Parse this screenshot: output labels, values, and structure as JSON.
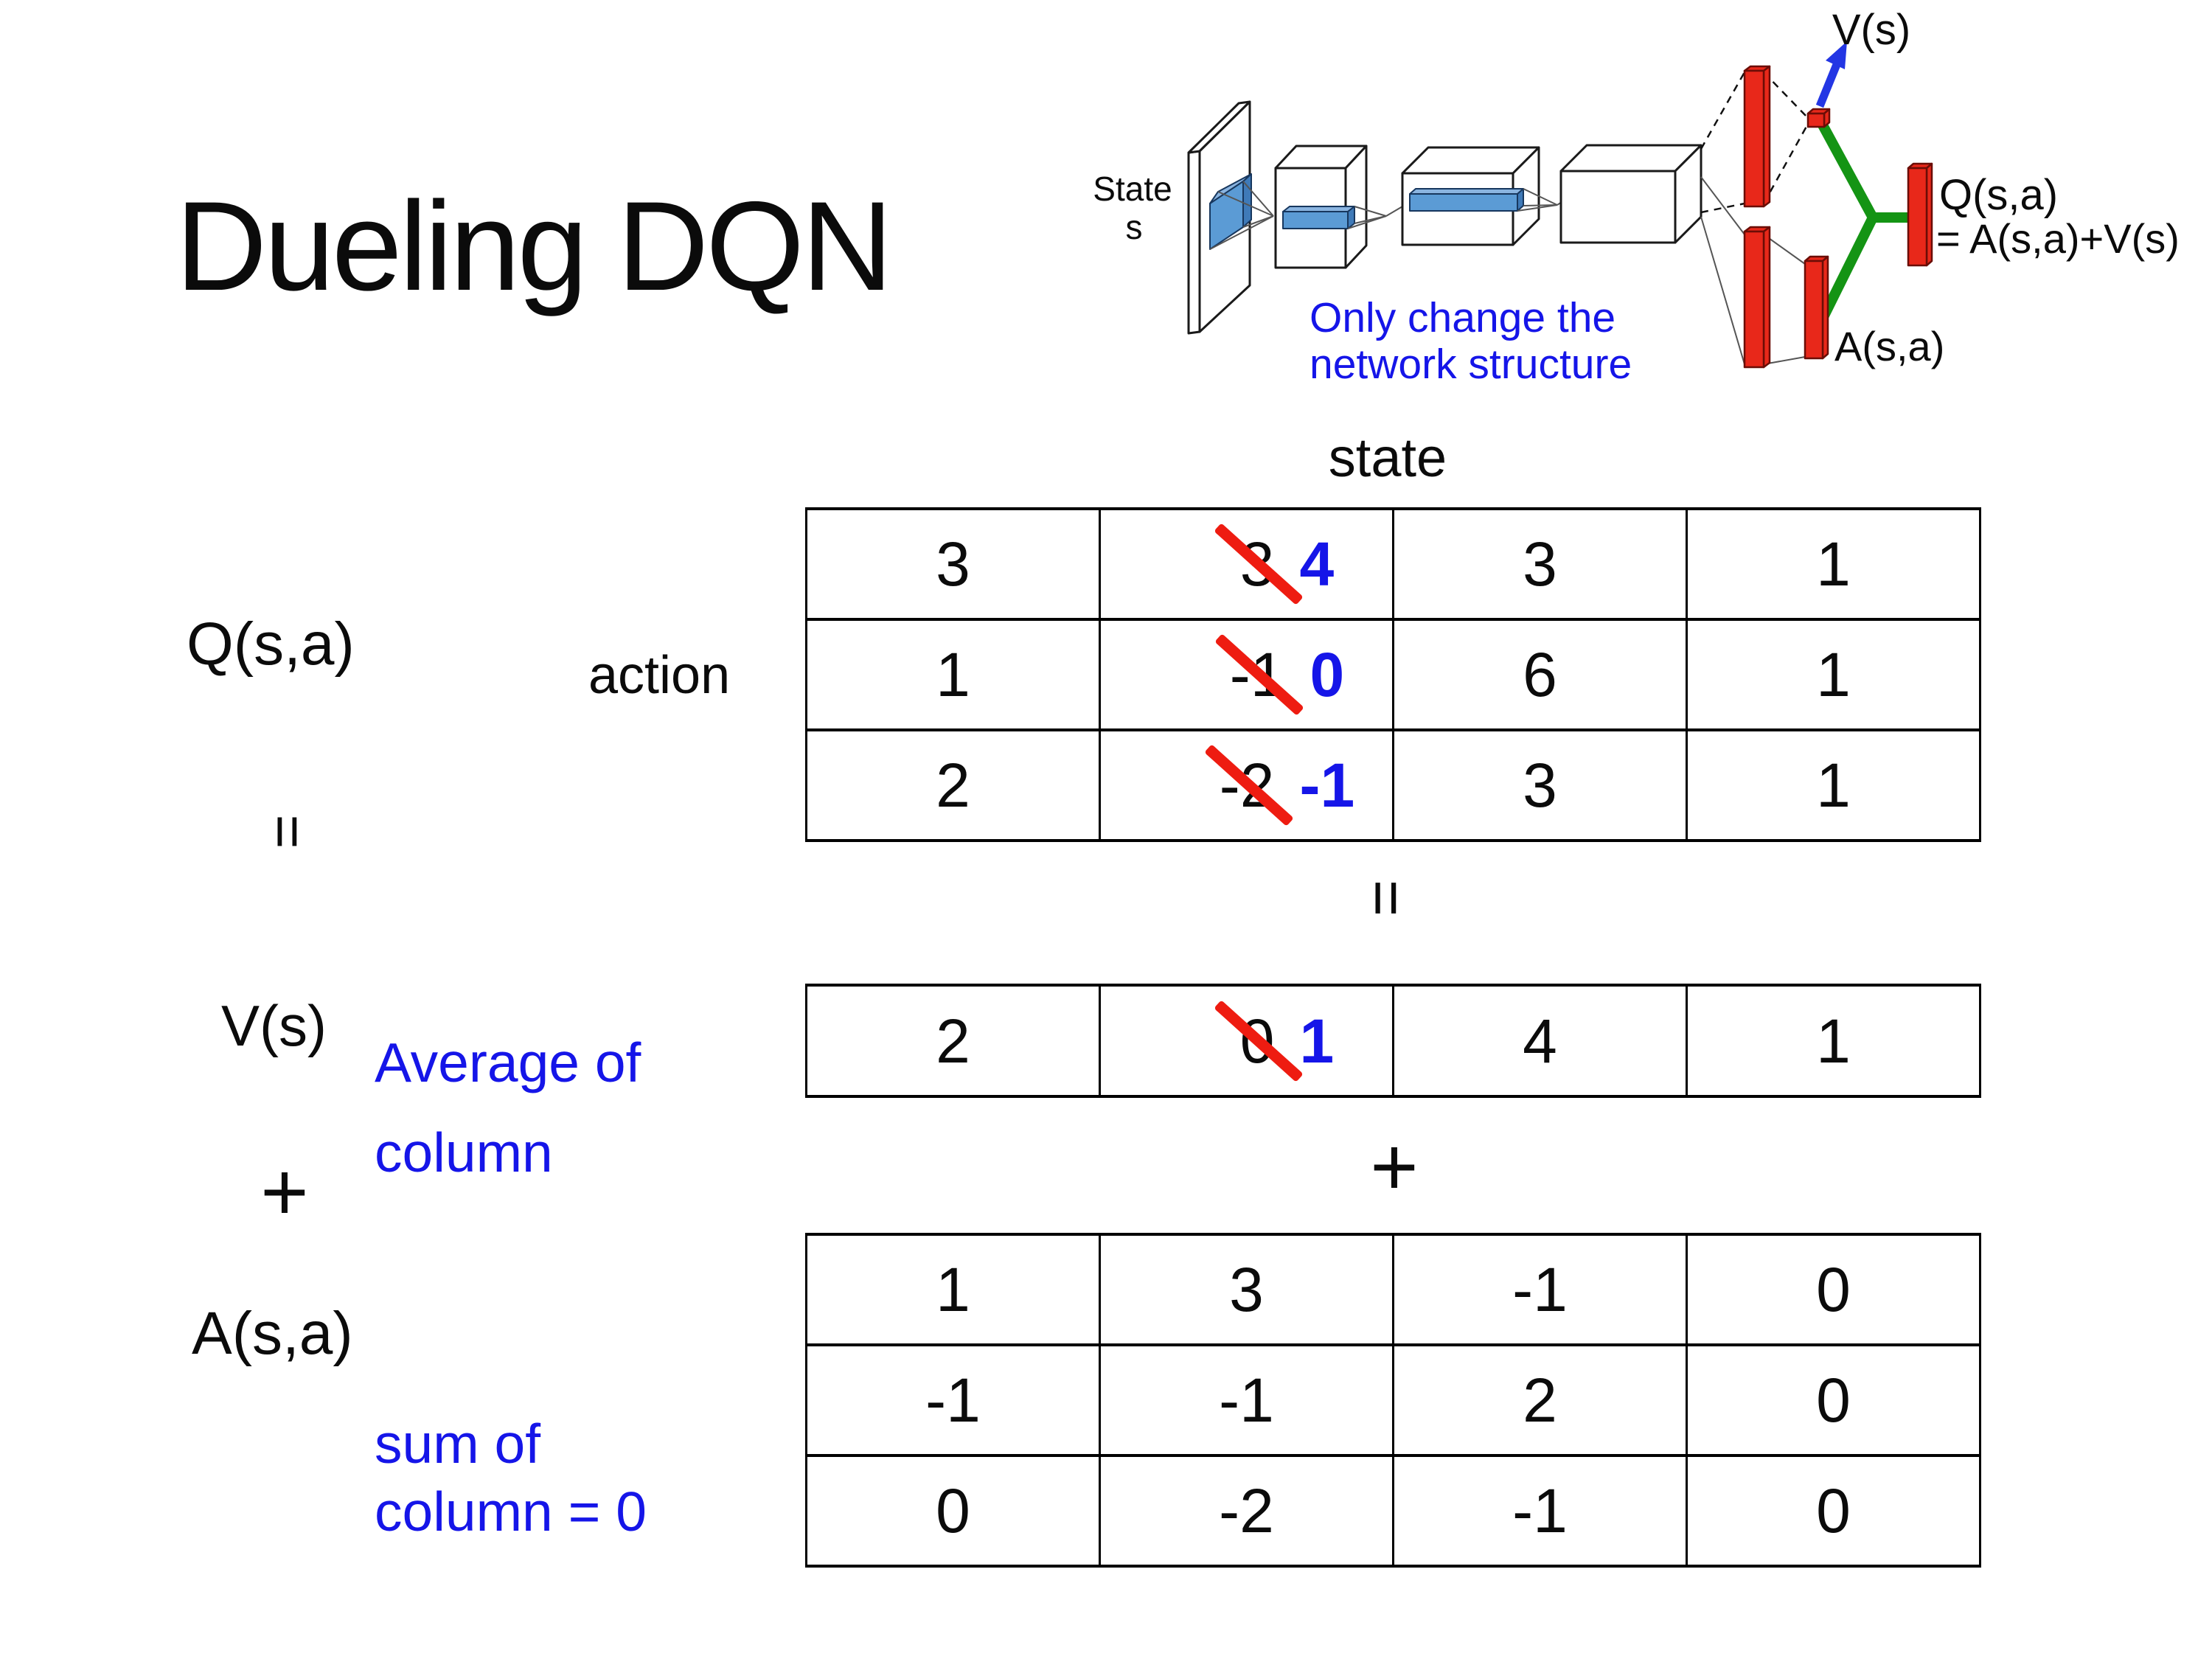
{
  "slide": {
    "title": "Dueling DQN"
  },
  "diagram": {
    "state_line1": "State",
    "state_line2": "s",
    "note_line1": "Only change the",
    "note_line2": "network structure",
    "v_out_label": "V(s)",
    "q_out_label": "Q(s,a)",
    "q_out_formula": "= A(s,a)+V(s)",
    "a_out_label": "A(s,a)"
  },
  "equation": {
    "q_term": "Q(s,a)",
    "action_label": "action",
    "state_label": "state",
    "equals_left": "=",
    "equals_center": "=",
    "plus_left": "+",
    "plus_center": "+",
    "v_term": "V(s)",
    "a_term": "A(s,a)",
    "avg_note_line1": "Average of",
    "avg_note_line2": "column",
    "sum_note_line1": "sum of",
    "sum_note_line2": "column = 0"
  },
  "q_table": {
    "rows": [
      {
        "c0": "3",
        "old": "3",
        "new": "4",
        "c2": "3",
        "c3": "1"
      },
      {
        "c0": "1",
        "old": "-1",
        "new": "0",
        "c2": "6",
        "c3": "1"
      },
      {
        "c0": "2",
        "old": "-2",
        "new": "-1",
        "c2": "3",
        "c3": "1"
      }
    ]
  },
  "v_table": {
    "c0": "2",
    "old": "0",
    "new": "1",
    "c2": "4",
    "c3": "1"
  },
  "a_table": {
    "rows": [
      [
        "1",
        "3",
        "-1",
        "0"
      ],
      [
        "-1",
        "-1",
        "2",
        "0"
      ],
      [
        "0",
        "-2",
        "-1",
        "0"
      ]
    ]
  },
  "colors": {
    "annotation_blue": "#1515e8",
    "updated_value_blue": "#1515e8",
    "strike_red": "#ee1c11",
    "bar_red": "#e8281a",
    "merge_green": "#149414",
    "arrow_blue": "#2336e4",
    "feature_blue": "#5b9bd5"
  }
}
